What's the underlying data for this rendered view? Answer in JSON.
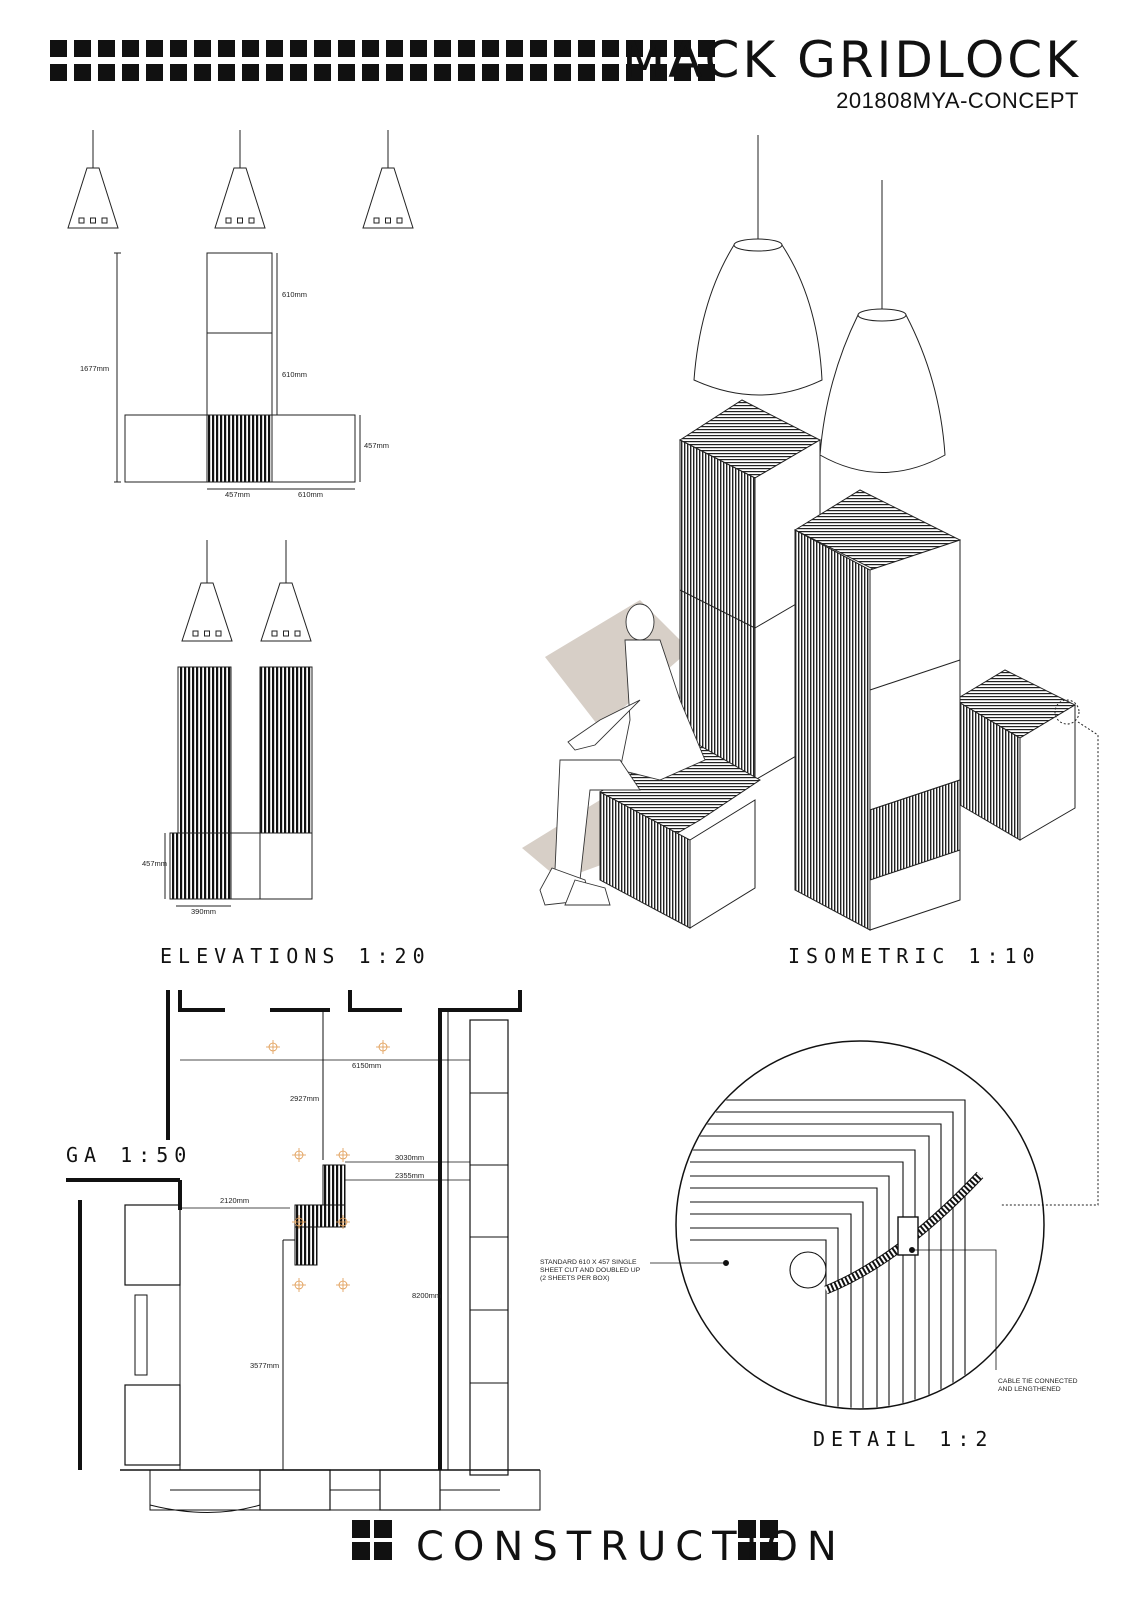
{
  "header": {
    "title": "MACK GRIDLOCK",
    "project_code": "201808MYA-CONCEPT"
  },
  "views": {
    "elevations": "ELEVATIONS 1:20",
    "isometric": "ISOMETRIC 1:10",
    "ga": "GA 1:50",
    "detail": "DETAIL 1:2"
  },
  "dimensions": {
    "elev_total_height": "1677mm",
    "elev_box_upper": "610mm",
    "elev_box_lower": "610mm",
    "elev_base_height": "457mm",
    "elev_base_width_a": "457mm",
    "elev_base_width_b": "610mm",
    "side_base_height": "457mm",
    "side_base_width": "390mm",
    "ga_width_top": "6150mm",
    "ga_depth_top": "2927mm",
    "ga_offset_a": "3030mm",
    "ga_offset_b": "2355mm",
    "ga_left": "2120mm",
    "ga_length": "8200mm",
    "ga_bottom": "3577mm"
  },
  "notes": {
    "sheet_line1": "STANDARD 610 X 457 SINGLE",
    "sheet_line2": "SHEET CUT AND DOUBLED UP",
    "sheet_line3": "(2 SHEETS PER BOX)",
    "tie_line1": "CABLE TIE CONNECTED",
    "tie_line2": "AND LENGTHENED"
  },
  "footer": {
    "label": "CONSTRUCTION"
  }
}
